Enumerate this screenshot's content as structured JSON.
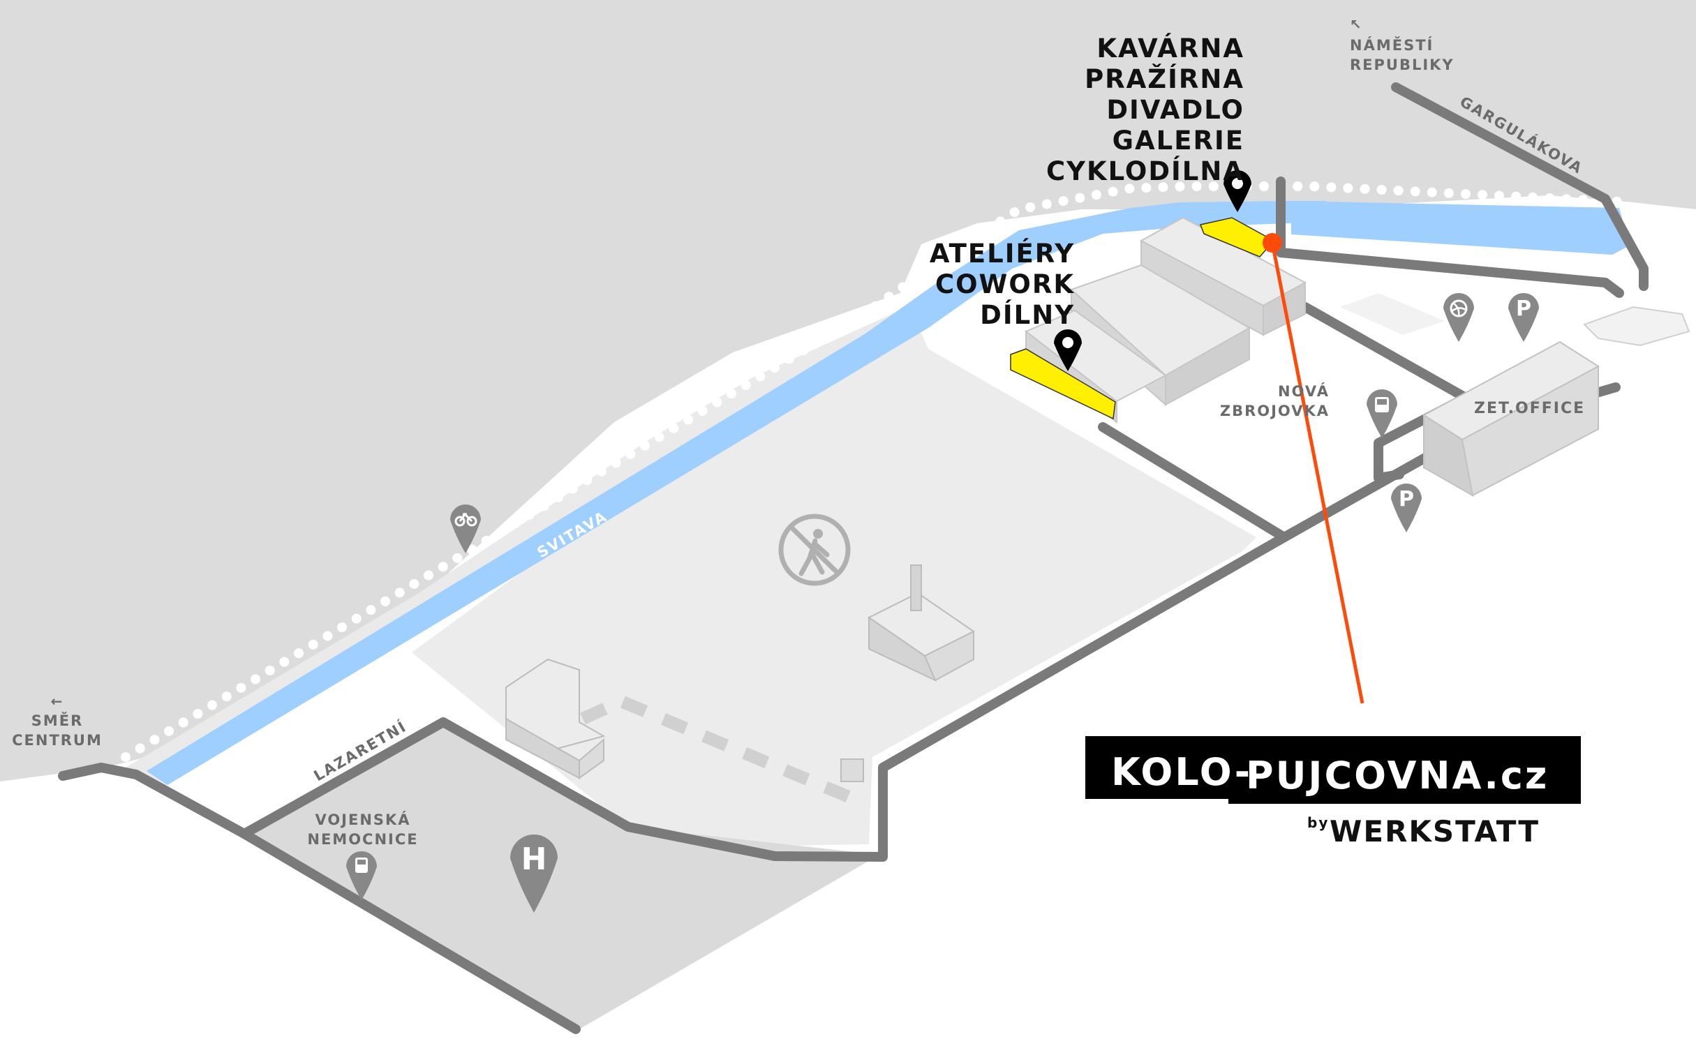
{
  "venues_north": [
    "KAVÁRNA",
    "PRAŽÍRNA",
    "DIVADLO",
    "GALERIE",
    "CYKLODÍLNA"
  ],
  "venues_south": [
    "ATELIÉRY",
    "COWORK",
    "DÍLNY"
  ],
  "streets": {
    "namesti_arrow": "↖",
    "namesti_line1": "NÁMĚSTÍ",
    "namesti_line2": "REPUBLIKY",
    "gargulakova": "GARGULÁKOVA",
    "lazaretni": "LAZARETNÍ",
    "smer_arrow": "←",
    "smer_line1": "SMĚR",
    "smer_line2": "CENTRUM"
  },
  "river": "SVITAVA",
  "places": {
    "nova_line1": "NOVÁ",
    "nova_line2": "ZBROJOVKA",
    "zet_office": "ZET.OFFICE",
    "nemocnice_line1": "VOJENSKÁ",
    "nemocnice_line2": "NEMOCNICE"
  },
  "icons": {
    "parking": "P",
    "hospital": "H",
    "names": [
      "bicycle-icon",
      "volleyball-icon",
      "parking-icon",
      "bus-icon",
      "tram-icon",
      "hospital-icon",
      "no-pedestrian-icon",
      "location-pin-icon"
    ]
  },
  "brand": {
    "part1": "KOLO-",
    "part2": "PUJCOVNA.cz",
    "by": "by",
    "werkstatt": "WERKSTATT"
  },
  "colors": {
    "background": "#dcdcdc",
    "river": "#9ecfff",
    "highlight": "#ffef00",
    "pointer": "#ff4a0a",
    "road": "#7a7a7a",
    "brand_bg": "#000000"
  }
}
